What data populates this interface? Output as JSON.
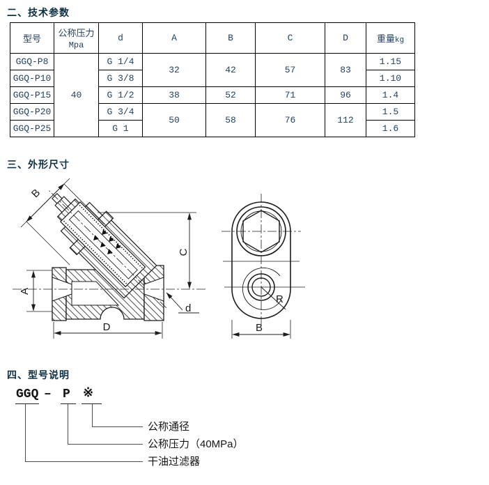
{
  "colors": {
    "heading": "#0d3044",
    "table_text": "#24425f",
    "line": "#1c1c1c",
    "background": "#ffffff"
  },
  "sections": {
    "tech_params": {
      "heading": "二、技术参数"
    },
    "outline_dims": {
      "heading": "三、外形尺寸"
    },
    "model_desc": {
      "heading": "四、型号说明"
    }
  },
  "table": {
    "headers": {
      "model": "型号",
      "pressure_line1": "公称压力",
      "pressure_line2": "Mpa",
      "d": "d",
      "a": "A",
      "b": "B",
      "c": "C",
      "dd": "D",
      "weight_cn": "重量",
      "weight_unit": "kg"
    },
    "pressure_value": "40",
    "rows": [
      {
        "model": "GGQ-P8",
        "d": "G 1/4",
        "a": "32",
        "b": "42",
        "c": "57",
        "dd": "83",
        "weight": "1.15"
      },
      {
        "model": "GGQ-P10",
        "d": "G 3/8",
        "weight": "1.10"
      },
      {
        "model": "GGQ-P15",
        "d": "G 1/2",
        "a": "38",
        "b": "52",
        "c": "71",
        "dd": "96",
        "weight": "1.4"
      },
      {
        "model": "GGQ-P20",
        "d": "G 3/4",
        "a": "50",
        "b": "58",
        "c": "76",
        "dd": "112",
        "weight": "1.5"
      },
      {
        "model": "GGQ-P25",
        "d": "G 1",
        "weight": "1.6"
      }
    ]
  },
  "drawing": {
    "labels": {
      "a": "A",
      "b": "B",
      "c": "C",
      "d_big": "D",
      "d_small": "d",
      "r": "R",
      "b_end": "B"
    }
  },
  "model_diagram": {
    "code": {
      "series": "GGQ",
      "dash": "–",
      "pressure_code": "P",
      "size_code": "※"
    },
    "labels": {
      "bore": "公称通径",
      "pressure": "公称压力（40MPa）",
      "name": "干油过滤器"
    }
  }
}
